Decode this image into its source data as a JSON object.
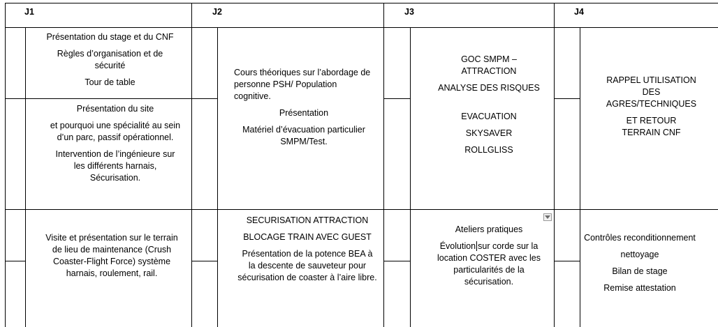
{
  "days": [
    "J1",
    "J2",
    "J3",
    "J4"
  ],
  "j1": {
    "block1": [
      "Présentation du stage et du CNF",
      "Règles d’organisation et de sécurité",
      "Tour de table"
    ],
    "block2": [
      "Présentation du site",
      "et pourquoi une spécialité au sein d’un parc, passif opérationnel.",
      "Intervention de l’ingénieure sur les différents harnais, Sécurisation."
    ],
    "block3": [
      "Visite et présentation sur le terrain de lieu de maintenance (Crush Coaster-Flight Force) système harnais, roulement, rail."
    ]
  },
  "j2": {
    "block1": [
      "Cours théoriques sur l’abordage de personne PSH/ Population cognitive.",
      "Présentation",
      "Matériel d’évacuation particulier SMPM/Test."
    ],
    "block2": [
      "SECURISATION ATTRACTION",
      "BLOCAGE TRAIN AVEC GUEST",
      "Présentation de la potence BEA à la descente de sauveteur pour sécurisation de coaster à l’aire libre."
    ]
  },
  "j3": {
    "block1": [
      "GOC SMPM – ATTRACTION",
      "ANALYSE DES RISQUES",
      "EVACUATION",
      "SKYSAVER",
      "ROLLGLISS"
    ],
    "block2_title": "Ateliers pratiques",
    "block2_text_a": "Évolution",
    "block2_text_b": "sur corde sur la location COSTER avec les particularités de la sécurisation.",
    "dropdown_icon": "chevron-down-icon"
  },
  "j4": {
    "block1": [
      "RAPPEL UTILISATION DES AGRES/TECHNIQUES",
      "ET RETOUR TERRAIN CNF"
    ],
    "block2": [
      "Contrôles reconditionnement",
      "nettoyage",
      "Bilan de stage",
      "Remise attestation"
    ]
  }
}
